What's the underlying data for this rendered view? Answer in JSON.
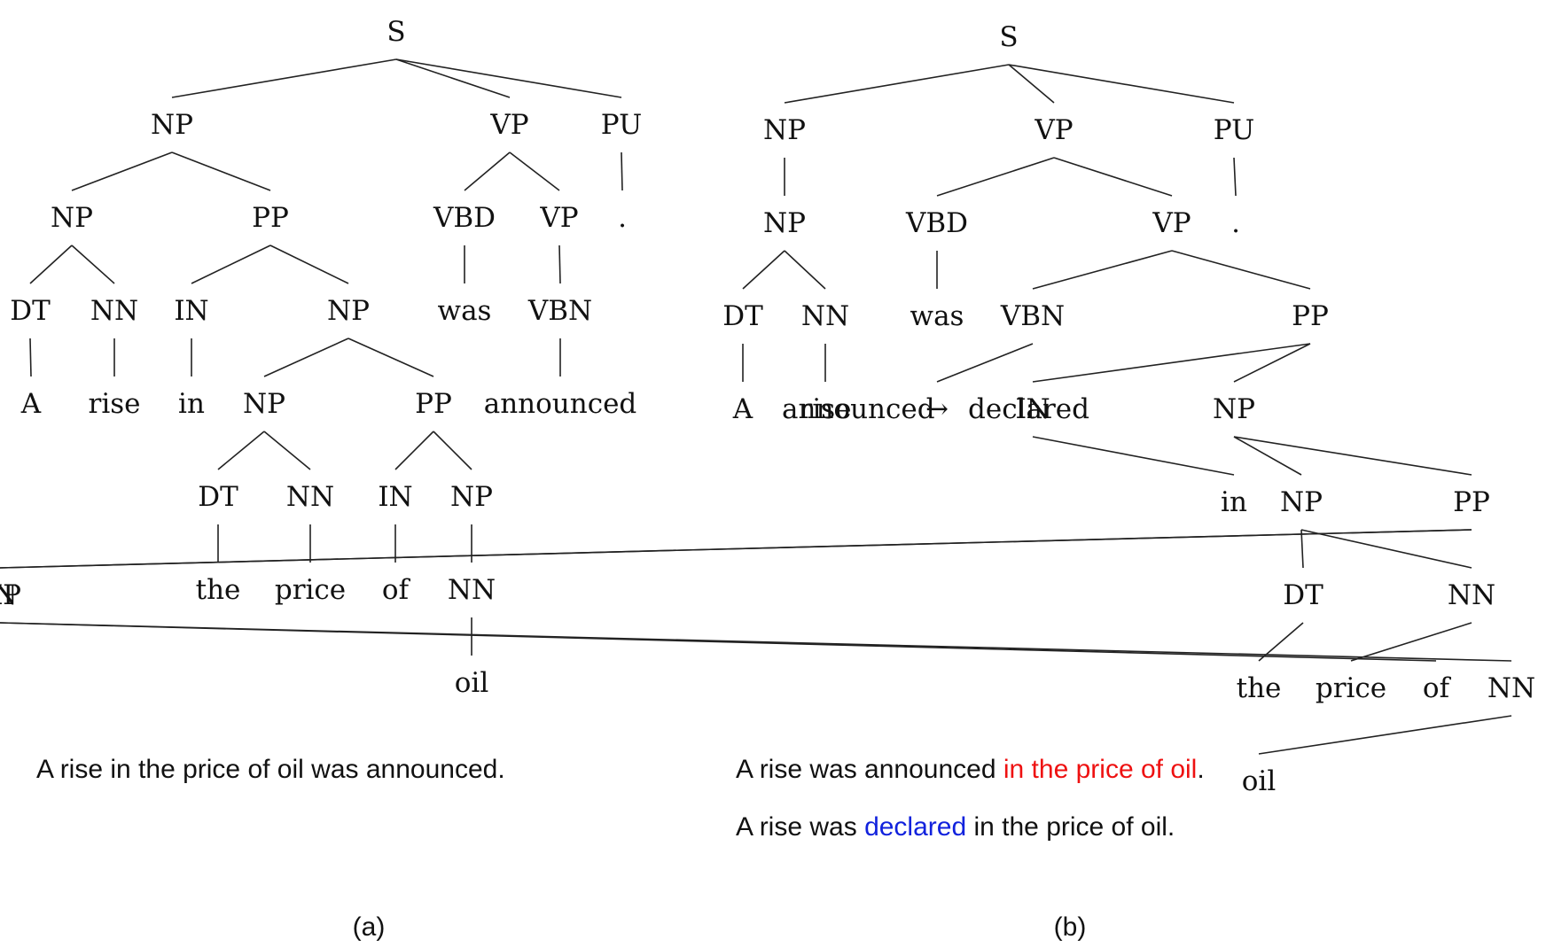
{
  "colors": {
    "text": "#111111",
    "edge": "#222222",
    "moved": "#ee1111",
    "substituted": "#1122dd"
  },
  "panel_a": {
    "caption": "(a)",
    "sentence": "A rise in the price of oil was announced.",
    "tree": {
      "label": "S",
      "children": [
        {
          "label": "NP",
          "children": [
            {
              "label": "NP",
              "children": [
                {
                  "label": "DT",
                  "children": [
                    {
                      "label": "A"
                    }
                  ]
                },
                {
                  "label": "NN",
                  "children": [
                    {
                      "label": "rise"
                    }
                  ]
                }
              ]
            },
            {
              "label": "PP",
              "children": [
                {
                  "label": "IN",
                  "children": [
                    {
                      "label": "in"
                    }
                  ]
                },
                {
                  "label": "NP",
                  "children": [
                    {
                      "label": "NP",
                      "children": [
                        {
                          "label": "DT",
                          "children": [
                            {
                              "label": "the"
                            }
                          ]
                        },
                        {
                          "label": "NN",
                          "children": [
                            {
                              "label": "price"
                            }
                          ]
                        }
                      ]
                    },
                    {
                      "label": "PP",
                      "children": [
                        {
                          "label": "IN",
                          "children": [
                            {
                              "label": "of"
                            }
                          ]
                        },
                        {
                          "label": "NP",
                          "children": [
                            {
                              "label": "NN",
                              "children": [
                                {
                                  "label": "oil"
                                }
                              ]
                            }
                          ]
                        }
                      ]
                    }
                  ]
                }
              ]
            }
          ]
        },
        {
          "label": "VP",
          "children": [
            {
              "label": "VBD",
              "children": [
                {
                  "label": "was"
                }
              ]
            },
            {
              "label": "VP",
              "children": [
                {
                  "label": "VBN",
                  "children": [
                    {
                      "label": "announced"
                    }
                  ]
                }
              ]
            }
          ]
        },
        {
          "label": "PU",
          "children": [
            {
              "label": "."
            }
          ]
        }
      ]
    }
  },
  "panel_b": {
    "caption": "(b)",
    "sentence_1": {
      "before": "A rise was announced ",
      "highlight": "in the price of oil",
      "after": "."
    },
    "sentence_2": {
      "before": "A rise was ",
      "highlight": "declared",
      "after": " in the price of oil."
    },
    "tree": {
      "label": "S",
      "children": [
        {
          "label": "NP",
          "children": [
            {
              "label": "NP",
              "children": [
                {
                  "label": "DT",
                  "children": [
                    {
                      "label": "A"
                    }
                  ]
                },
                {
                  "label": "NN",
                  "children": [
                    {
                      "label": "rise"
                    }
                  ]
                }
              ]
            }
          ]
        },
        {
          "label": "VP",
          "children": [
            {
              "label": "VBD",
              "children": [
                {
                  "label": "was"
                }
              ]
            },
            {
              "label": "VP",
              "children": [
                {
                  "label": "VBN",
                  "children": [
                    {
                      "label": "announced",
                      "replacement": "declared",
                      "arrow": "→"
                    }
                  ]
                },
                {
                  "label": "PP",
                  "children": [
                    {
                      "label": "IN",
                      "children": [
                        {
                          "label": "in",
                          "moved": true
                        }
                      ]
                    },
                    {
                      "label": "NP",
                      "children": [
                        {
                          "label": "NP",
                          "children": [
                            {
                              "label": "DT",
                              "children": [
                                {
                                  "label": "the",
                                  "moved": true
                                }
                              ]
                            },
                            {
                              "label": "NN",
                              "children": [
                                {
                                  "label": "price",
                                  "moved": true
                                }
                              ]
                            }
                          ]
                        },
                        {
                          "label": "PP",
                          "children": [
                            {
                              "label": "IN",
                              "children": [
                                {
                                  "label": "of",
                                  "moved": true
                                }
                              ]
                            },
                            {
                              "label": "NP",
                              "children": [
                                {
                                  "label": "NN",
                                  "children": [
                                    {
                                      "label": "oil",
                                      "moved": true
                                    }
                                  ]
                                }
                              ]
                            }
                          ]
                        }
                      ]
                    }
                  ]
                }
              ]
            }
          ]
        },
        {
          "label": "PU",
          "children": [
            {
              "label": "."
            }
          ]
        }
      ]
    }
  }
}
